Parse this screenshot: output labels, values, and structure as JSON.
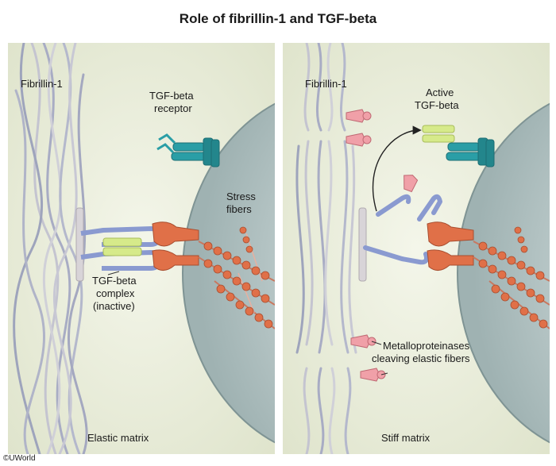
{
  "title": "Role of fibrillin-1 and TGF-beta",
  "left_panel": {
    "fibrillin_label": "Fibrillin-1",
    "receptor_label_line1": "TGF-beta",
    "receptor_label_line2": "receptor",
    "stress_label_line1": "Stress",
    "stress_label_line2": "fibers",
    "complex_label_line1": "TGF-beta",
    "complex_label_line2": "complex",
    "complex_label_line3": "(inactive)",
    "matrix_label": "Elastic matrix"
  },
  "right_panel": {
    "fibrillin_label": "Fibrillin-1",
    "active_label_line1": "Active",
    "active_label_line2": "TGF-beta",
    "mmp_label_line1": "Metalloproteinases",
    "mmp_label_line2": "cleaving elastic fibers",
    "matrix_label": "Stiff matrix"
  },
  "copyright": "©UWorld",
  "colors": {
    "background": "#e6ead6",
    "cell": "#b8c8c8",
    "receptor": "#2a9ea6",
    "tgf": "#d6ea8a",
    "lap": "#8a9ad0",
    "integrin": "#e07048",
    "mmp": "#f0a0a8",
    "fiber": "#c0c0cc"
  }
}
